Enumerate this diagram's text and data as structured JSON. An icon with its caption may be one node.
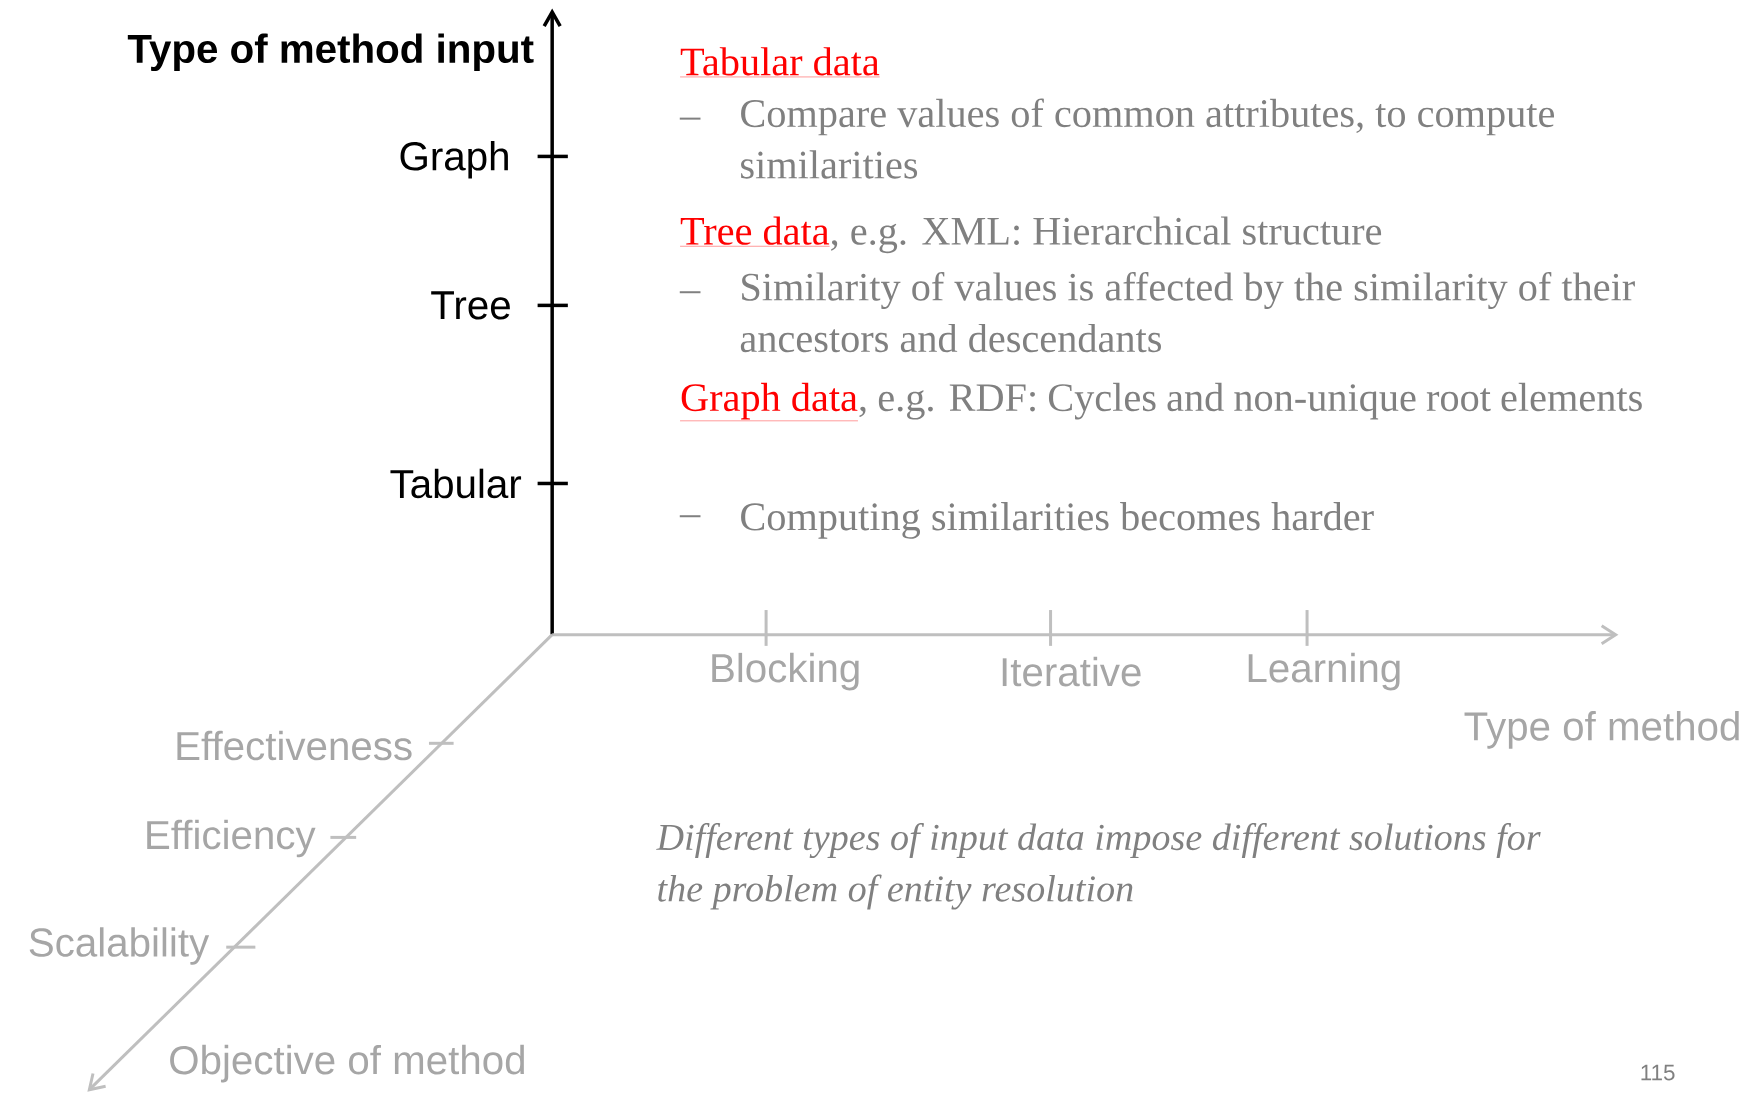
{
  "diagram": {
    "labels": [
      "Type of method input",
      "Graph",
      "Tree",
      "Tabular",
      "Tabular data",
      "–",
      "Compare values of common attributes, to compute similarities",
      "Tree data",
      ", e.g. XML: Hierarchical structure",
      "–",
      "Similarity of values is affected by the similarity of their ancestors and descendants",
      "Graph data",
      ", e.g. RDF: Cycles and non-unique root elements",
      "–",
      "Computing similarities becomes harder",
      "Blocking",
      "Iterative",
      "Learning",
      "Effectiveness",
      "Type of method",
      "Efficiency",
      "Scalability",
      "Different types of input data impose different solutions for the problem of entity resolution",
      "Objective of method",
      "115"
    ]
  }
}
